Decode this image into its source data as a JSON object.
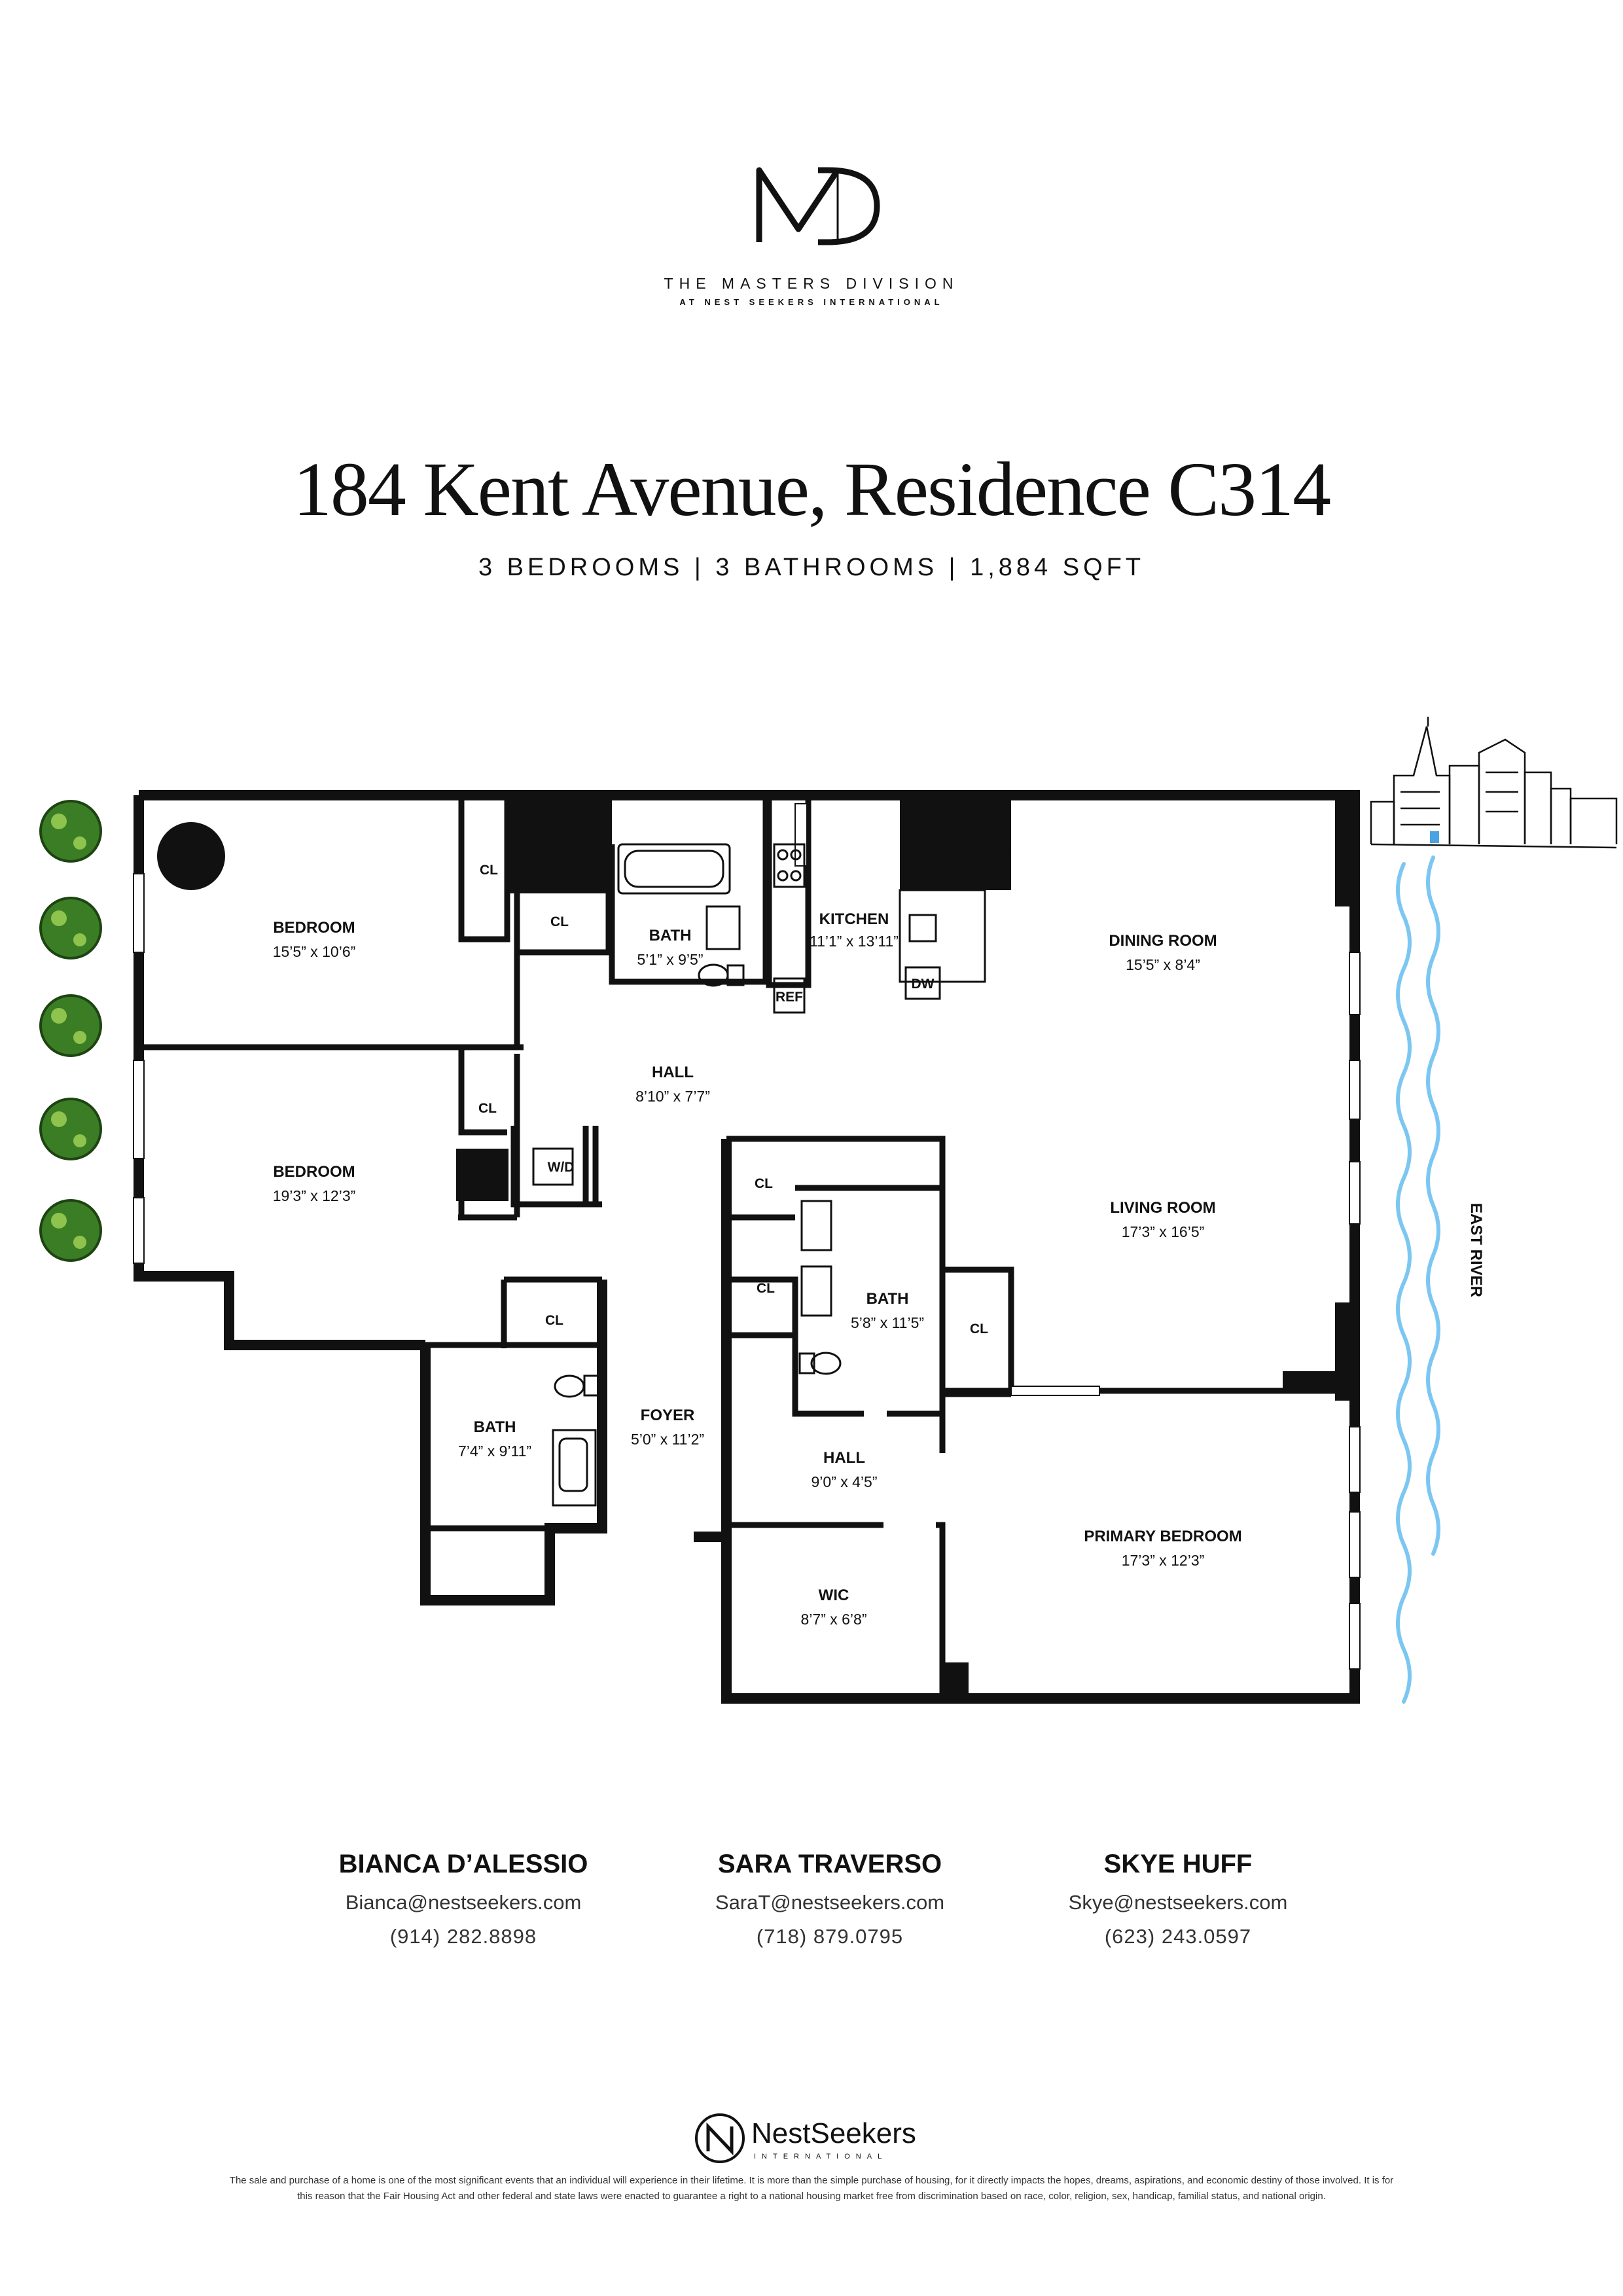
{
  "header": {
    "logo_text": "MD",
    "brand_name": "THE MASTERS DIVISION",
    "brand_sub": "AT NEST SEEKERS INTERNATIONAL"
  },
  "title": "184 Kent Avenue, Residence C314",
  "subtitle": "3 BEDROOMS | 3 BATHROOMS | 1,884 SQFT",
  "floorplan": {
    "rooms": [
      {
        "name": "BEDROOM",
        "dim": "15’5” x 10’6”"
      },
      {
        "name": "BEDROOM",
        "dim": "19’3” x 12’3”"
      },
      {
        "name": "BATH",
        "dim": "5’1” x 9’5”"
      },
      {
        "name": "KITCHEN",
        "dim": "11’1” x 13’11”"
      },
      {
        "name": "DINING ROOM",
        "dim": "15’5” x 8’4”"
      },
      {
        "name": "HALL",
        "dim": "8’10” x 7’7”"
      },
      {
        "name": "LIVING ROOM",
        "dim": "17’3” x 16’5”"
      },
      {
        "name": "BATH",
        "dim": "5’8” x 11’5”"
      },
      {
        "name": "BATH",
        "dim": "7’4” x 9’11”"
      },
      {
        "name": "FOYER",
        "dim": "5’0” x 11’2”"
      },
      {
        "name": "HALL",
        "dim": "9’0” x 4’5”"
      },
      {
        "name": "PRIMARY BEDROOM",
        "dim": "17’3” x 12’3”"
      },
      {
        "name": "WIC",
        "dim": "8’7” x 6’8”"
      }
    ],
    "labels": {
      "closet": "CL",
      "washer_dryer": "W/D",
      "refrigerator": "REF",
      "dishwasher": "DW",
      "river": "EAST RIVER"
    }
  },
  "agents": [
    {
      "name": "BIANCA D’ALESSIO",
      "email": "Bianca@nestseekers.com",
      "phone": "(914) 282.8898"
    },
    {
      "name": "SARA TRAVERSO",
      "email": "SaraT@nestseekers.com",
      "phone": "(718) 879.0795"
    },
    {
      "name": "SKYE HUFF",
      "email": "Skye@nestseekers.com",
      "phone": "(623) 243.0597"
    }
  ],
  "footer": {
    "logo_name": "NestSeekers",
    "logo_sub": "INTERNATIONAL",
    "disclaimer_1": "The sale and purchase of a home is one of the most significant events that an individual will experience in their lifetime. It is more than the simple purchase of housing, for it directly impacts the hopes, dreams, aspirations, and economic destiny of those involved. It is for",
    "disclaimer_2": "this reason that the Fair Housing Act and other federal and state laws were enacted to guarantee a right to a national housing market free from discrimination based on race, color, religion, sex, handicap, familial status, and national origin."
  }
}
